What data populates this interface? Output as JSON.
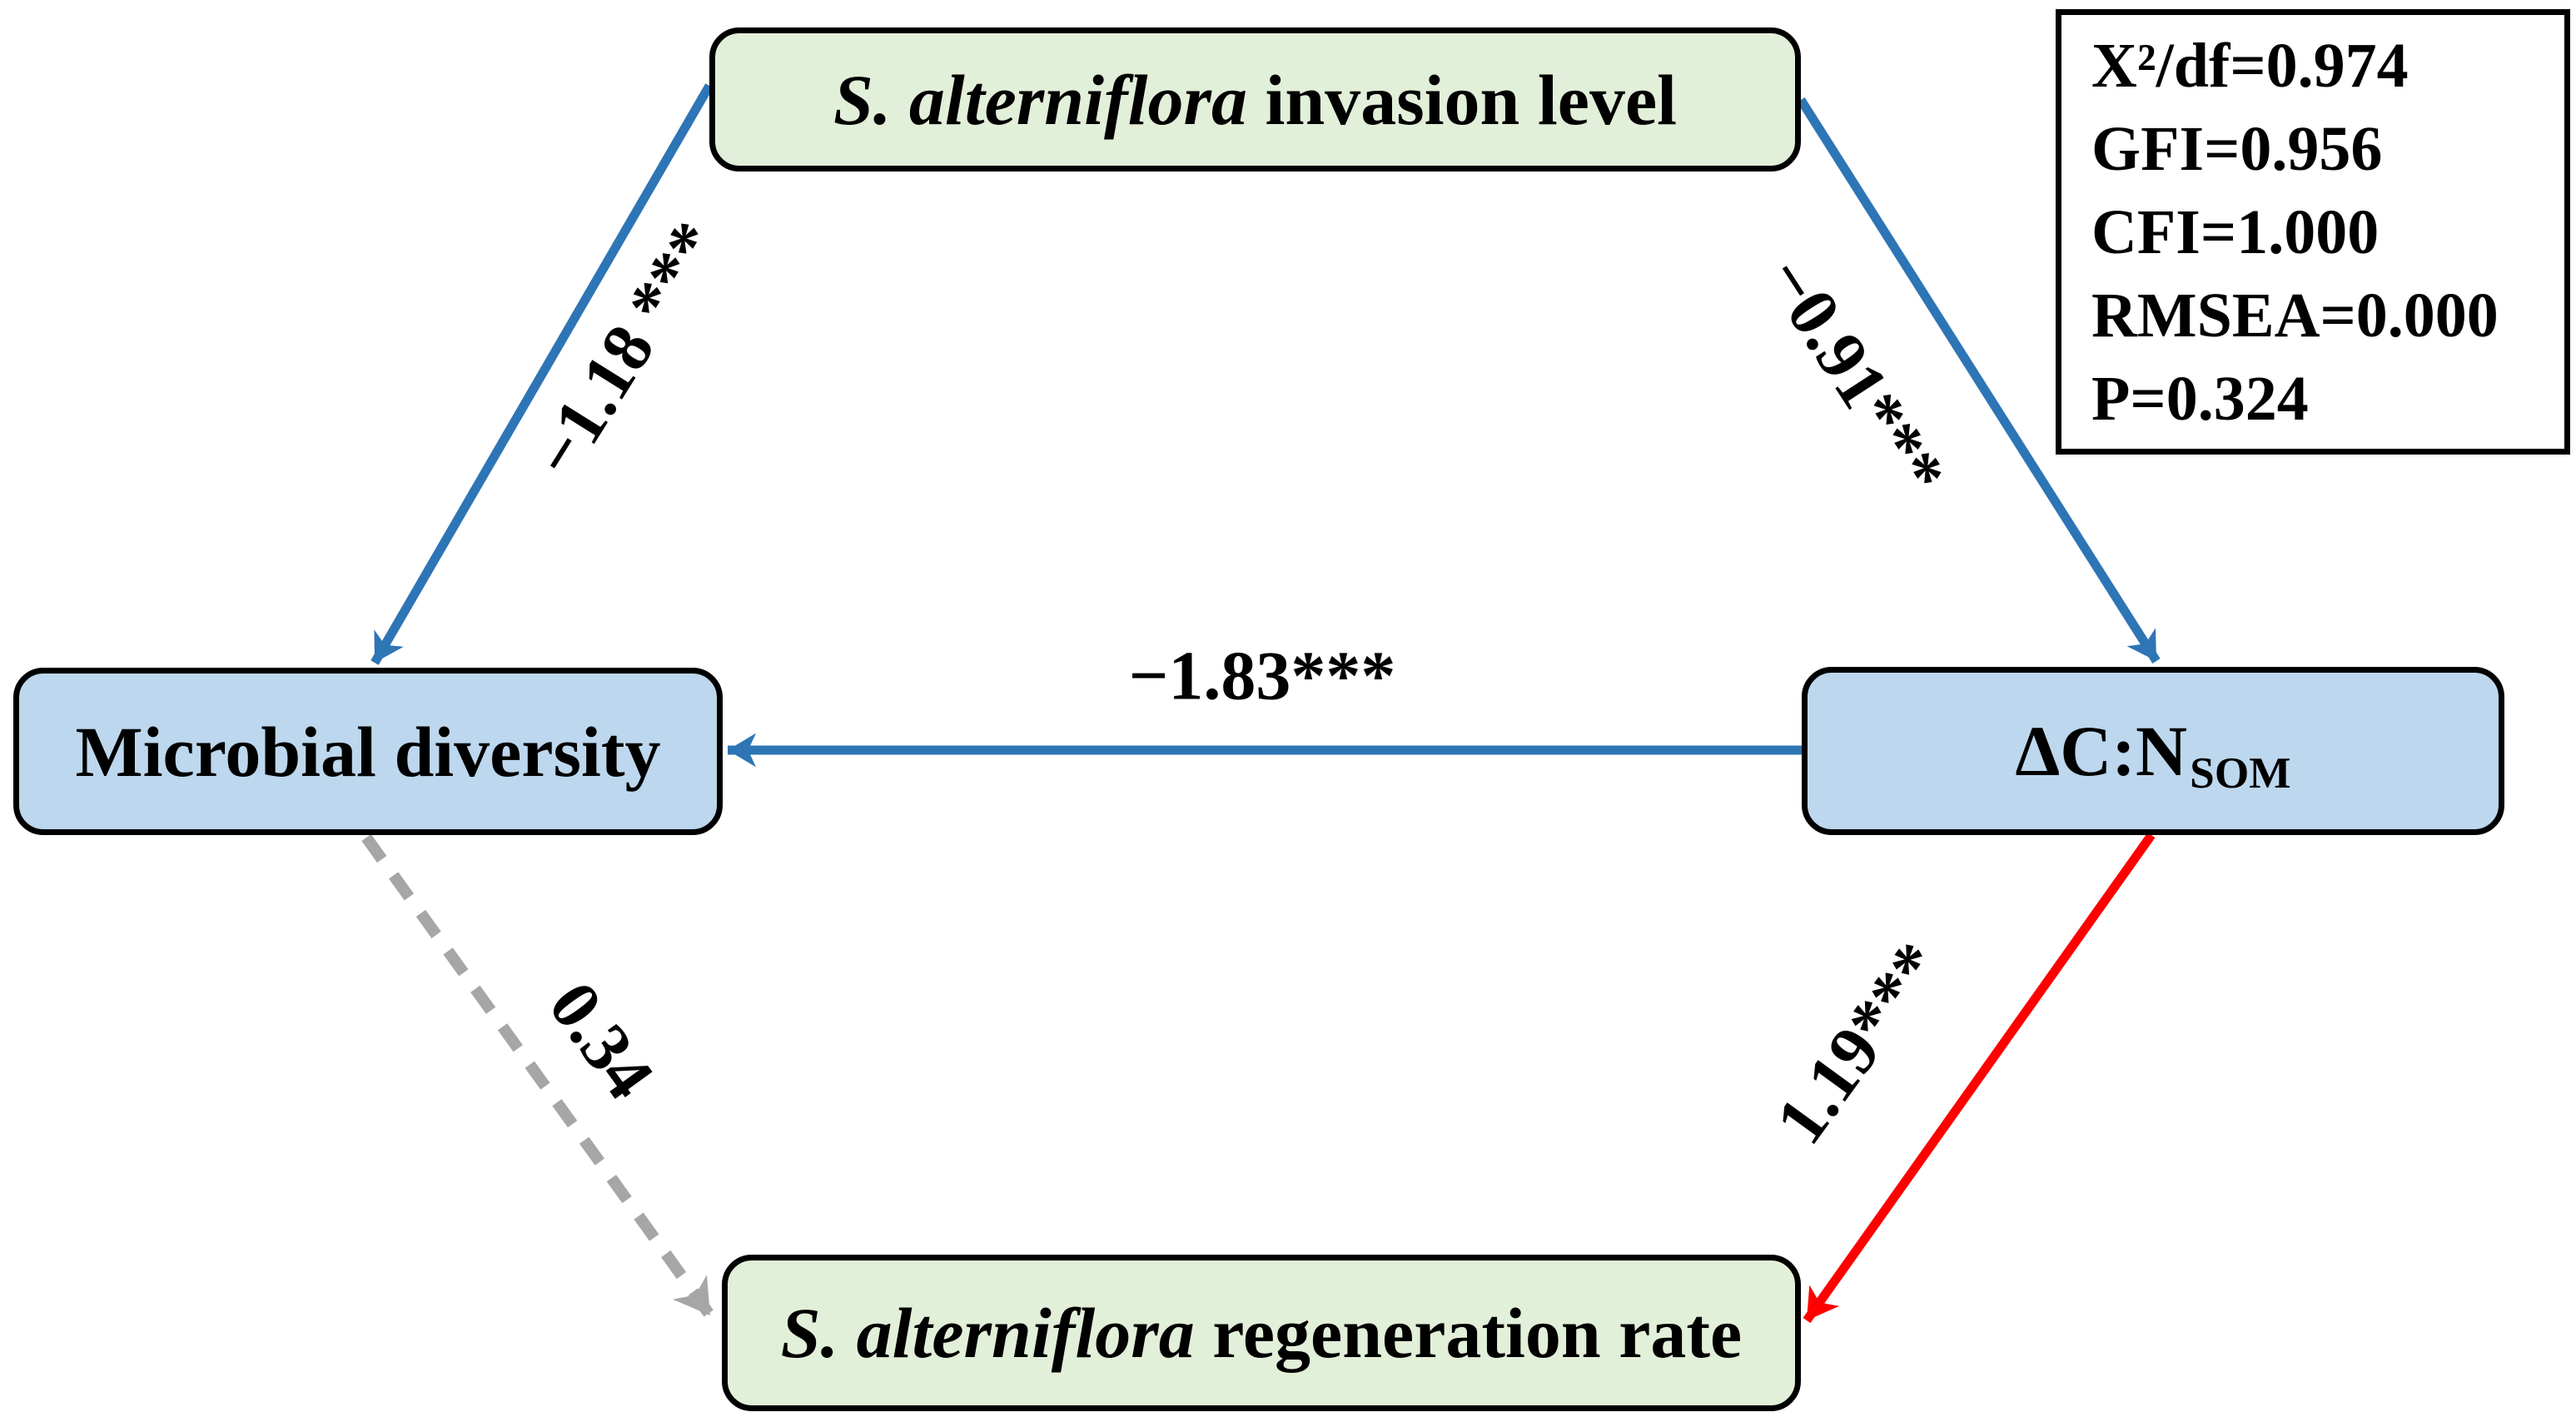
{
  "nodes": {
    "invasion_level": {
      "species": "S. alterniflora",
      "label": " invasion level",
      "fill": "#e2efd9"
    },
    "microbial_diversity": {
      "label": "Microbial diversity",
      "fill": "#bdd7ee"
    },
    "delta_cn": {
      "label": "ΔC:N",
      "subscript": "SOM",
      "fill": "#bdd7ee"
    },
    "regeneration_rate": {
      "species": "S. alterniflora",
      "label": " regeneration rate",
      "fill": "#e2efd9"
    }
  },
  "paths": {
    "invasion_to_microbial": {
      "label": "−1.18 ***",
      "color": "#2e75b6",
      "style": "solid"
    },
    "invasion_to_cn": {
      "label": "−0.91***",
      "color": "#2e75b6",
      "style": "solid"
    },
    "cn_to_microbial": {
      "label": "−1.83***",
      "color": "#2e75b6",
      "style": "solid"
    },
    "microbial_to_regeneration": {
      "label": "0.34",
      "color": "#a6a6a6",
      "style": "dashed"
    },
    "cn_to_regeneration": {
      "label": "1.19***",
      "color": "#ff0000",
      "style": "solid"
    }
  },
  "fit_stats": {
    "lines": [
      "X²/df=0.974",
      "GFI=0.956",
      "CFI=1.000",
      "RMSEA=0.000",
      "P=0.324"
    ]
  }
}
